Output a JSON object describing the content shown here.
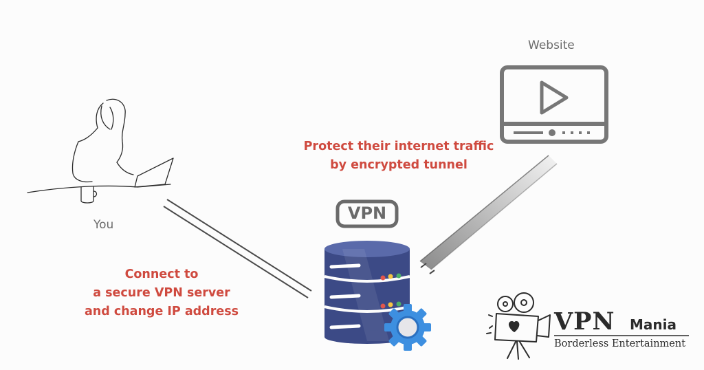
{
  "diagram": {
    "website_label": "Website",
    "you_label": "You",
    "tunnel_caption": [
      "Protect their internet traffic",
      "by encrypted tunnel"
    ],
    "connect_caption": [
      "Connect to",
      "a secure VPN server",
      "and change IP address"
    ],
    "vpn_badge": "VPN",
    "colors": {
      "caption_red": "#cf4a3f",
      "server_blue": "#3c4a86",
      "gear_blue": "#3d8fe0",
      "icon_gray": "#777777"
    }
  },
  "brand": {
    "name": "VPN",
    "suffix": "Mania",
    "tagline": "Borderless Entertainment"
  }
}
